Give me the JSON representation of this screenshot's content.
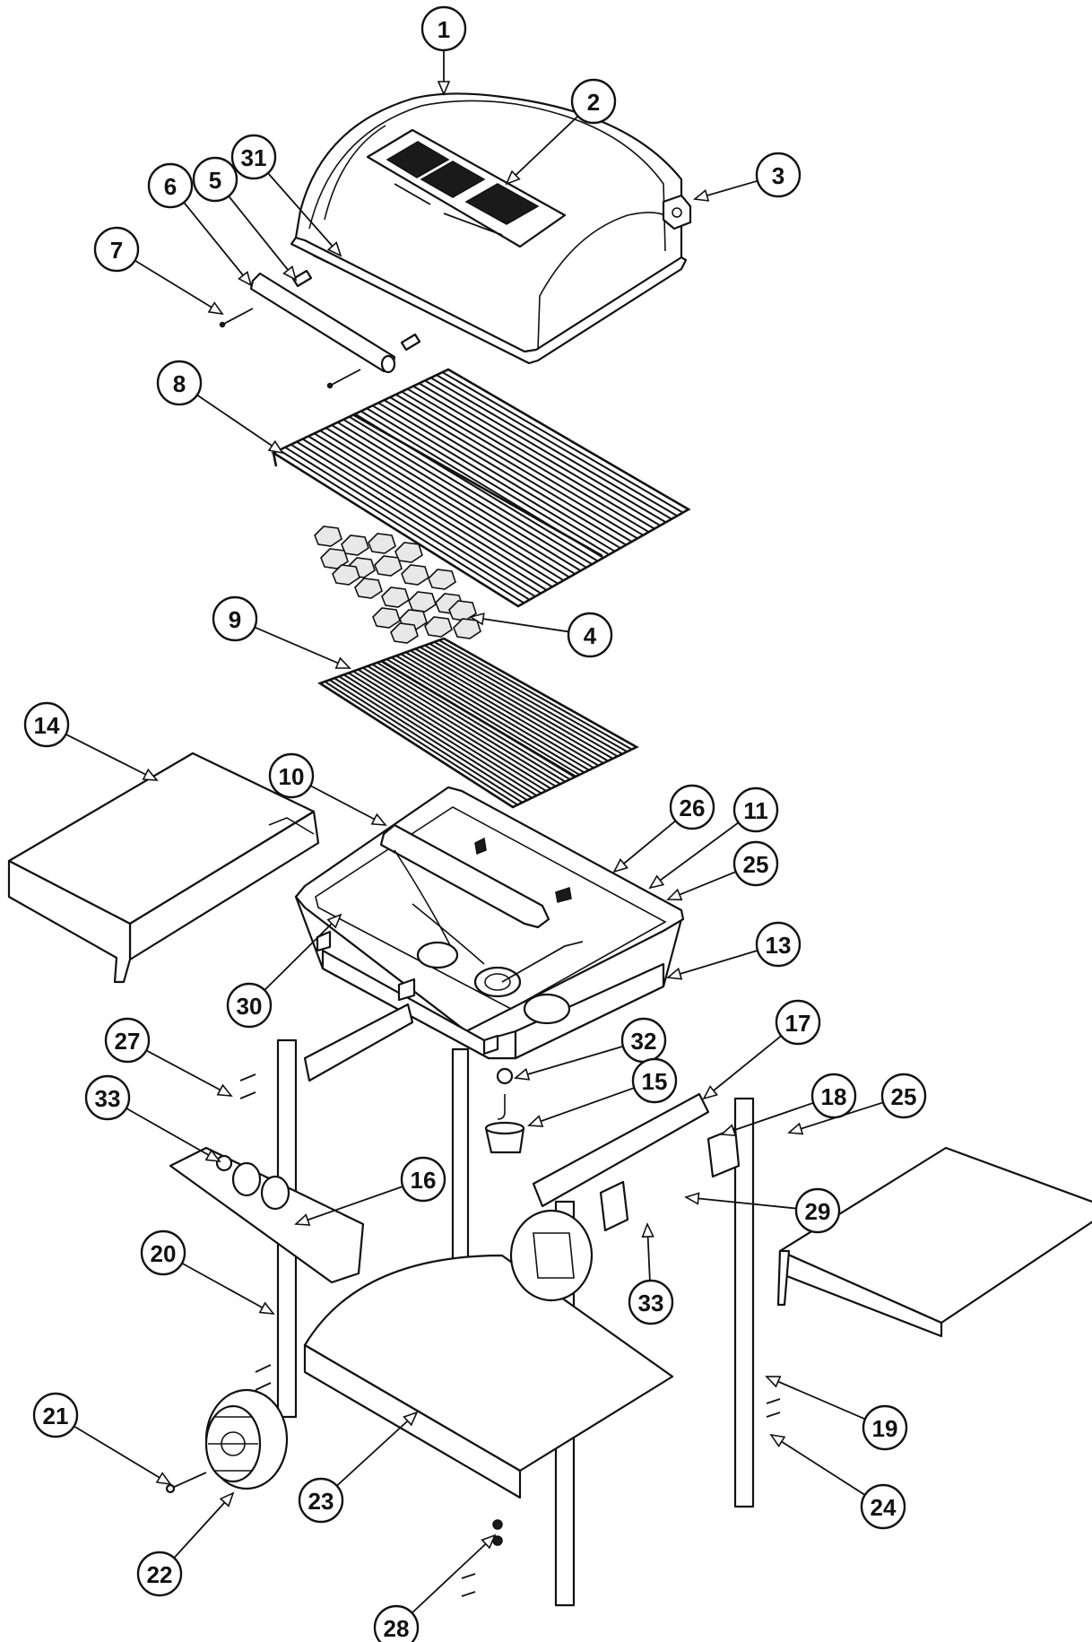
{
  "diagram": {
    "callouts": [
      {
        "id": "c1",
        "label": "1"
      },
      {
        "id": "c2",
        "label": "2"
      },
      {
        "id": "c3",
        "label": "3"
      },
      {
        "id": "c31",
        "label": "31"
      },
      {
        "id": "c6",
        "label": "6"
      },
      {
        "id": "c5",
        "label": "5"
      },
      {
        "id": "c7",
        "label": "7"
      },
      {
        "id": "c8",
        "label": "8"
      },
      {
        "id": "c4",
        "label": "4"
      },
      {
        "id": "c9",
        "label": "9"
      },
      {
        "id": "c14",
        "label": "14"
      },
      {
        "id": "c10",
        "label": "10"
      },
      {
        "id": "c26",
        "label": "26"
      },
      {
        "id": "c11",
        "label": "11"
      },
      {
        "id": "c25a",
        "label": "25"
      },
      {
        "id": "c13",
        "label": "13"
      },
      {
        "id": "c30",
        "label": "30"
      },
      {
        "id": "c27",
        "label": "27"
      },
      {
        "id": "c32",
        "label": "32"
      },
      {
        "id": "c17",
        "label": "17"
      },
      {
        "id": "c33a",
        "label": "33"
      },
      {
        "id": "c15",
        "label": "15"
      },
      {
        "id": "c18",
        "label": "18"
      },
      {
        "id": "c25b",
        "label": "25"
      },
      {
        "id": "c16",
        "label": "16"
      },
      {
        "id": "c29",
        "label": "29"
      },
      {
        "id": "c20",
        "label": "20"
      },
      {
        "id": "c33b",
        "label": "33"
      },
      {
        "id": "c19",
        "label": "19"
      },
      {
        "id": "c21",
        "label": "21"
      },
      {
        "id": "c23",
        "label": "23"
      },
      {
        "id": "c24",
        "label": "24"
      },
      {
        "id": "c22",
        "label": "22"
      },
      {
        "id": "c28",
        "label": "28"
      }
    ]
  }
}
